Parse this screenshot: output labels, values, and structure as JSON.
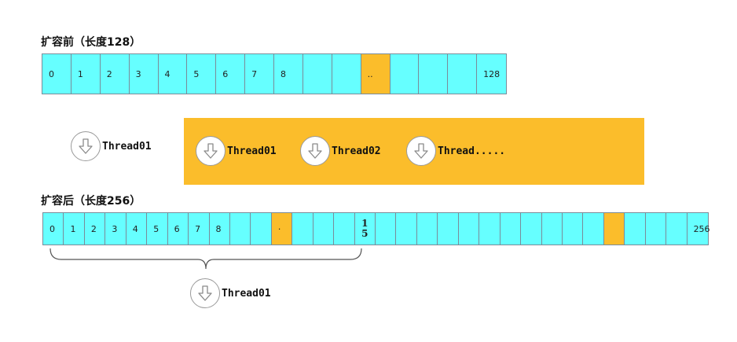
{
  "before": {
    "title": "扩容前（长度128）",
    "cells": [
      "0",
      "1",
      "2",
      "3",
      "4",
      "5",
      "6",
      "7",
      "8",
      "",
      "",
      "..",
      "",
      "",
      "",
      "128"
    ],
    "highlight_index": 11
  },
  "after": {
    "title": "扩容后（长度256）",
    "cells": [
      "0",
      "1",
      "2",
      "3",
      "4",
      "5",
      "6",
      "7",
      "8",
      "",
      "",
      "·",
      "",
      "",
      "",
      "1 5",
      "",
      "",
      "",
      "",
      "",
      "",
      "",
      "",
      "",
      "",
      "",
      "",
      "",
      "",
      "",
      "256"
    ],
    "highlight_indices": [
      11,
      27
    ]
  },
  "threads_left": [
    {
      "label": "Thread01"
    }
  ],
  "threads_band": [
    {
      "label": "Thread01"
    },
    {
      "label": "Thread02"
    },
    {
      "label": "Thread....."
    }
  ],
  "thread_bottom": {
    "label": "Thread01"
  },
  "colors": {
    "cell": "#66ffff",
    "highlight": "#fbbd2b",
    "border": "#7a8c99"
  },
  "icon": "arrow-down-circle-icon"
}
